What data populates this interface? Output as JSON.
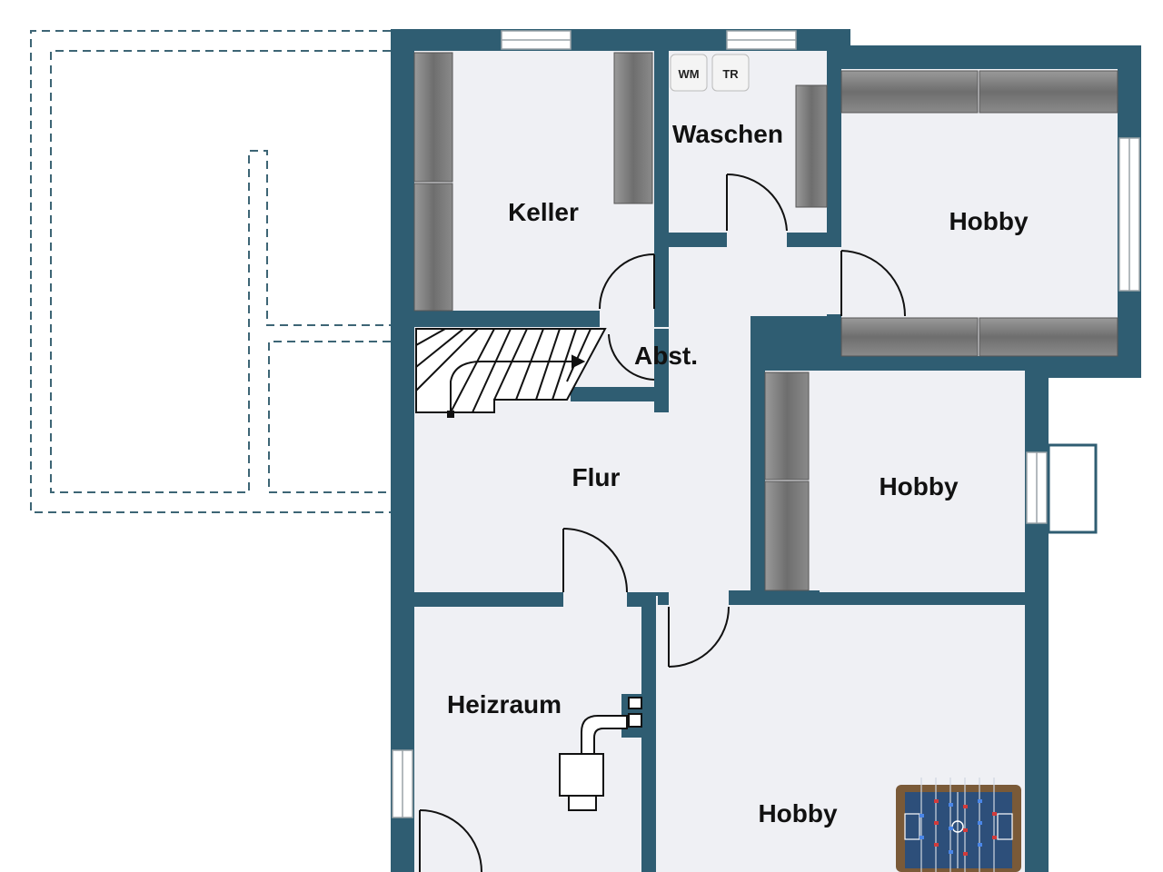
{
  "plan": {
    "rooms": {
      "keller": "Keller",
      "waschen": "Waschen",
      "hobby_ne": "Hobby",
      "abst": "Abst.",
      "flur": "Flur",
      "hobby_e": "Hobby",
      "heizraum": "Heizraum",
      "hobby_s": "Hobby"
    },
    "appliances": {
      "washer": "WM",
      "dryer": "TR"
    },
    "colors": {
      "wall": "#2f5d72",
      "floor": "#eff0f4",
      "cabinet": "#7d7d7d",
      "dashed": "#3d6575"
    },
    "icons": [
      "stair-icon",
      "door-swing-icon",
      "cabinet-icon",
      "heater-icon",
      "foosball-table-icon",
      "window-icon"
    ]
  }
}
